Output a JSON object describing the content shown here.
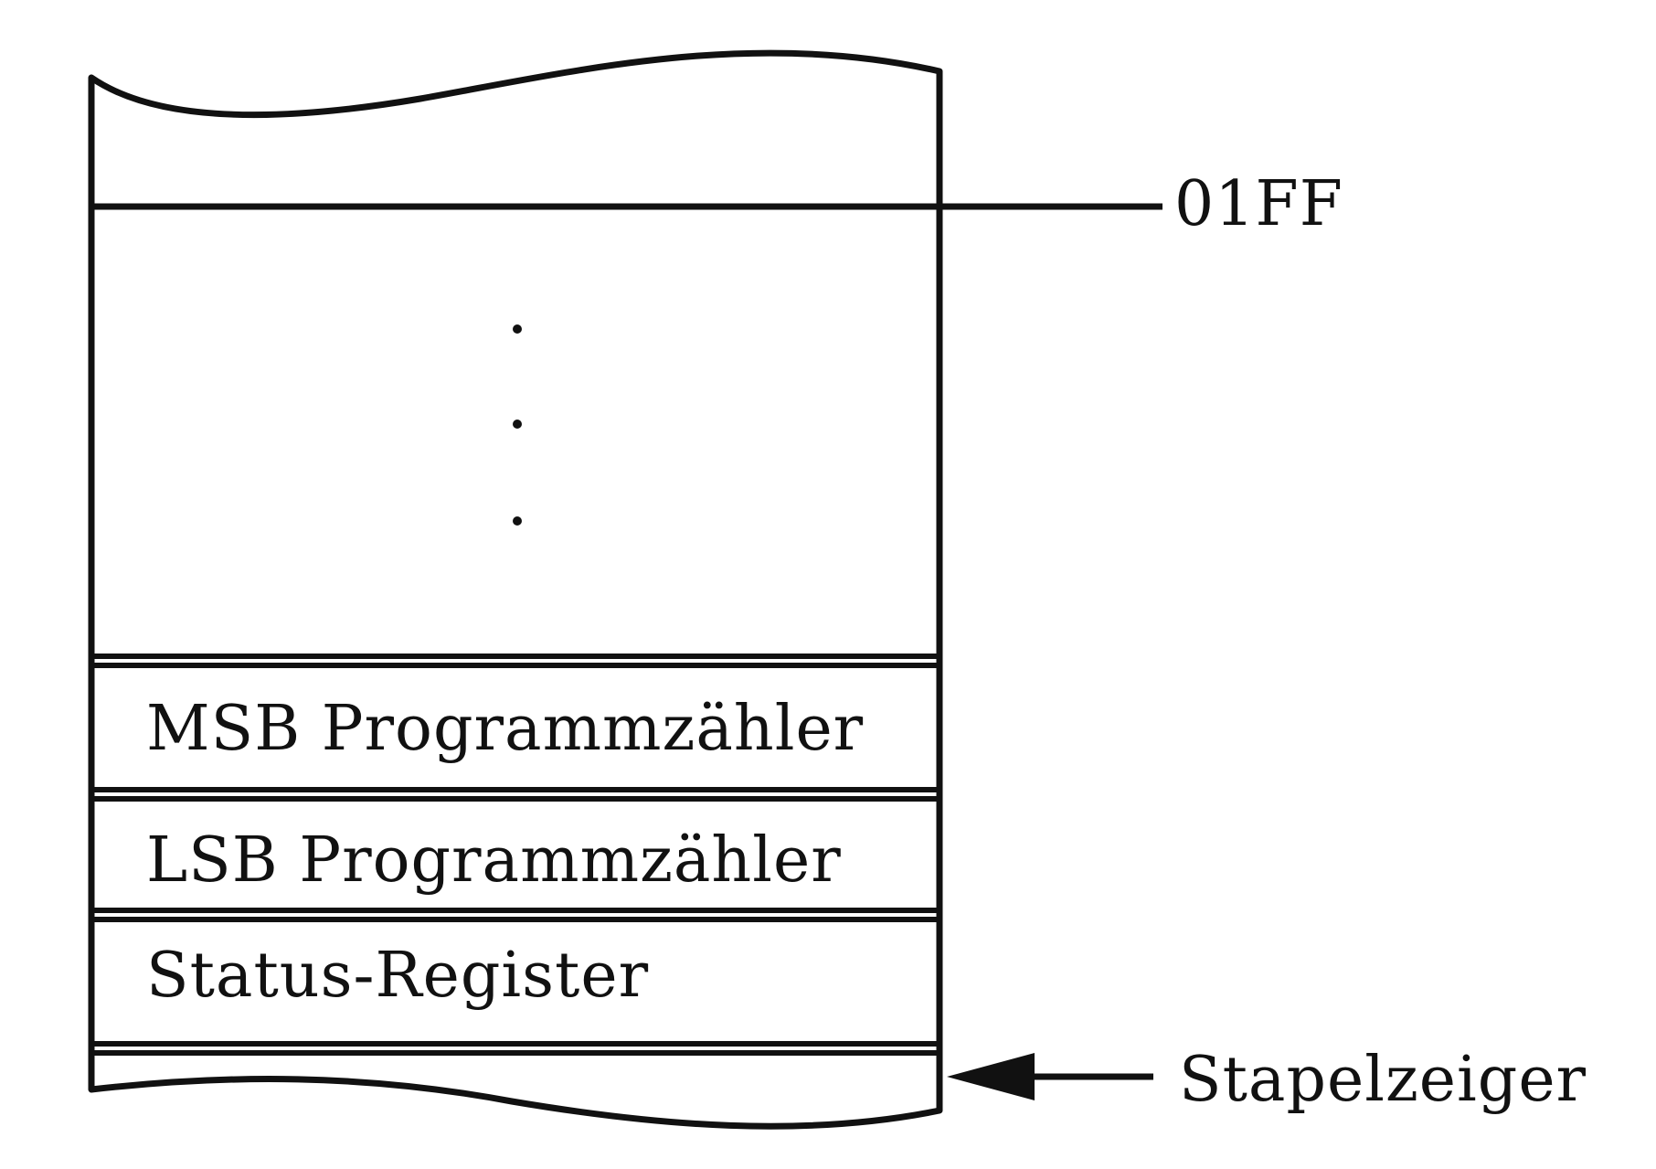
{
  "diagram": {
    "address_label": "01FF",
    "stack_rows": [
      "MSB Programmzähler",
      "LSB Programmzähler",
      "Status-Register"
    ],
    "pointer_label": "Stapelzeiger",
    "ellipsis": ". . .",
    "line_color": "#111111",
    "background": "#ffffff"
  }
}
